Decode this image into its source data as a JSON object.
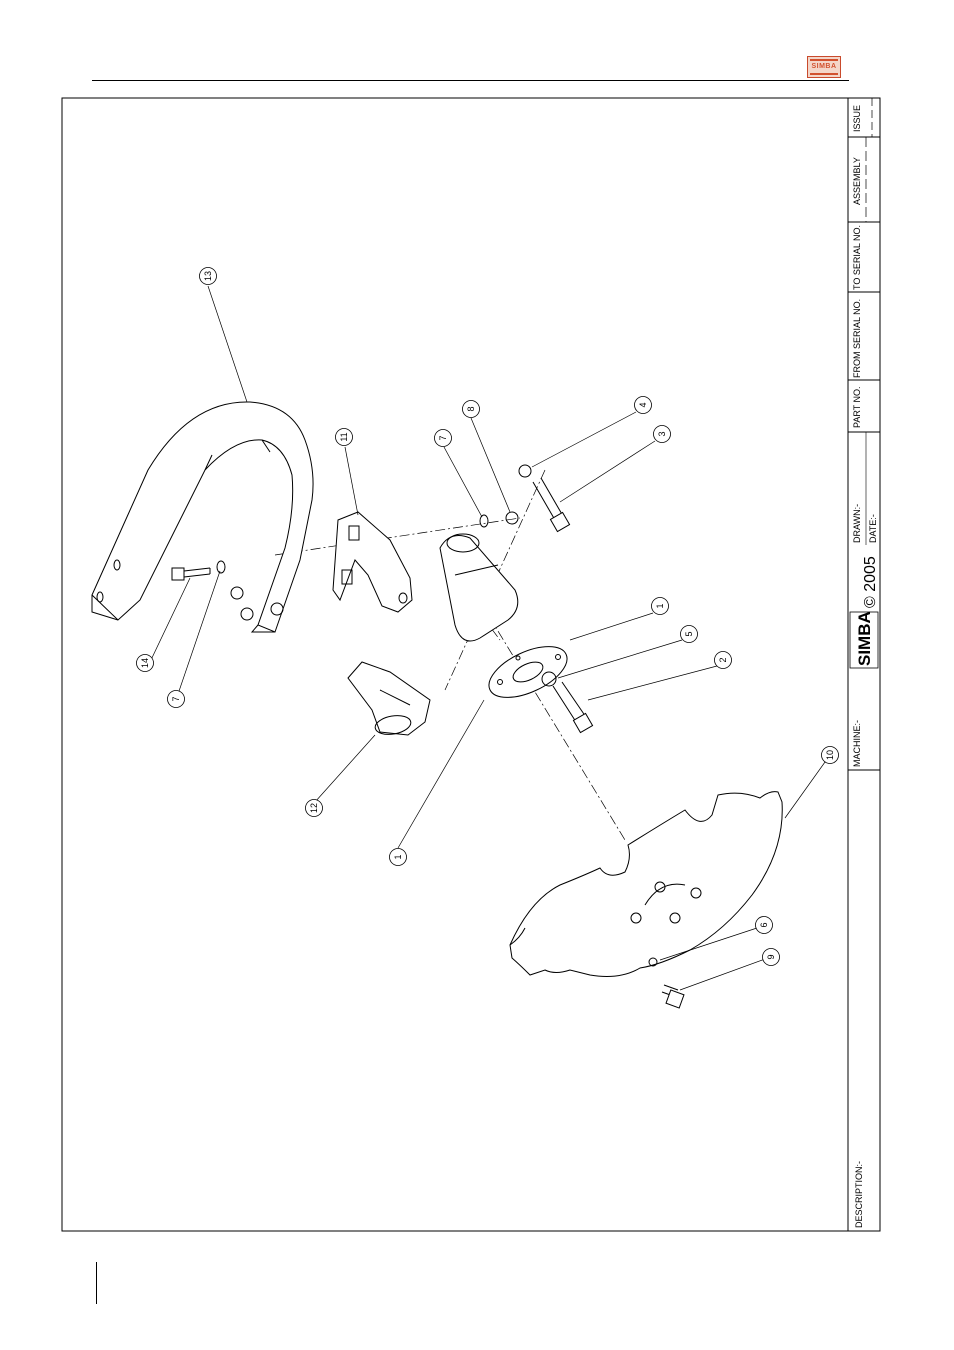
{
  "header": {
    "brand_logo": "SIMBA"
  },
  "title_block": {
    "description_label": "DESCRIPTION:-",
    "machine_label": "MACHINE:-",
    "logo_text": "SIMBA",
    "copyright": "© 2005",
    "drawn_label": "DRAWN:-",
    "date_label": "DATE:-",
    "part_no_label": "PART NO.",
    "from_serial_label": "FROM SERIAL NO.",
    "to_serial_label": "TO SERIAL NO.",
    "assembly_label": "ASSEMBLY",
    "issue_label": "ISSUE"
  },
  "balloons": [
    "13",
    "11",
    "7",
    "8",
    "4",
    "3",
    "1",
    "5",
    "2",
    "14",
    "7",
    "12",
    "1",
    "10",
    "6",
    "9"
  ],
  "colors": {
    "line": "#000000",
    "logo_red": "#d2512e",
    "logo_fill": "#f4d6c9"
  }
}
